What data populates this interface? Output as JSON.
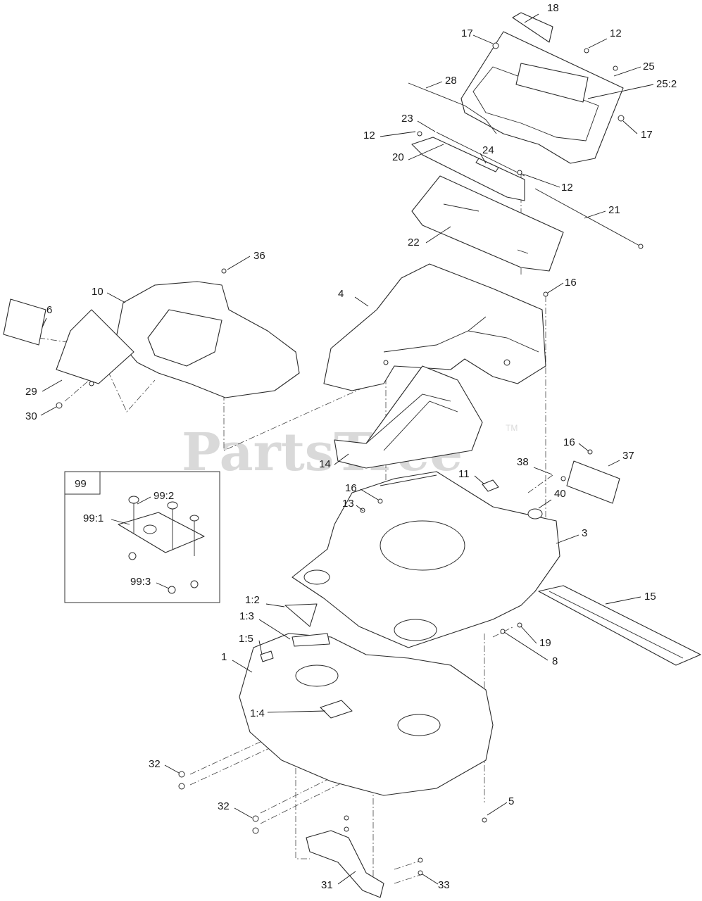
{
  "watermark": {
    "text": "PartsTree",
    "mark": "TM"
  },
  "inset": {
    "title": "99"
  },
  "callouts": [
    "18",
    "17",
    "12",
    "25",
    "25:2",
    "17",
    "28",
    "23",
    "12",
    "24",
    "20",
    "12",
    "21",
    "22",
    "36",
    "10",
    "6",
    "29",
    "30",
    "4",
    "16",
    "14",
    "99:2",
    "99:1",
    "99:3",
    "16",
    "13",
    "11",
    "38",
    "16",
    "37",
    "40",
    "3",
    "15",
    "1:2",
    "1:3",
    "1:5",
    "1",
    "19",
    "8",
    "1:4",
    "32",
    "32",
    "5",
    "31",
    "33"
  ]
}
